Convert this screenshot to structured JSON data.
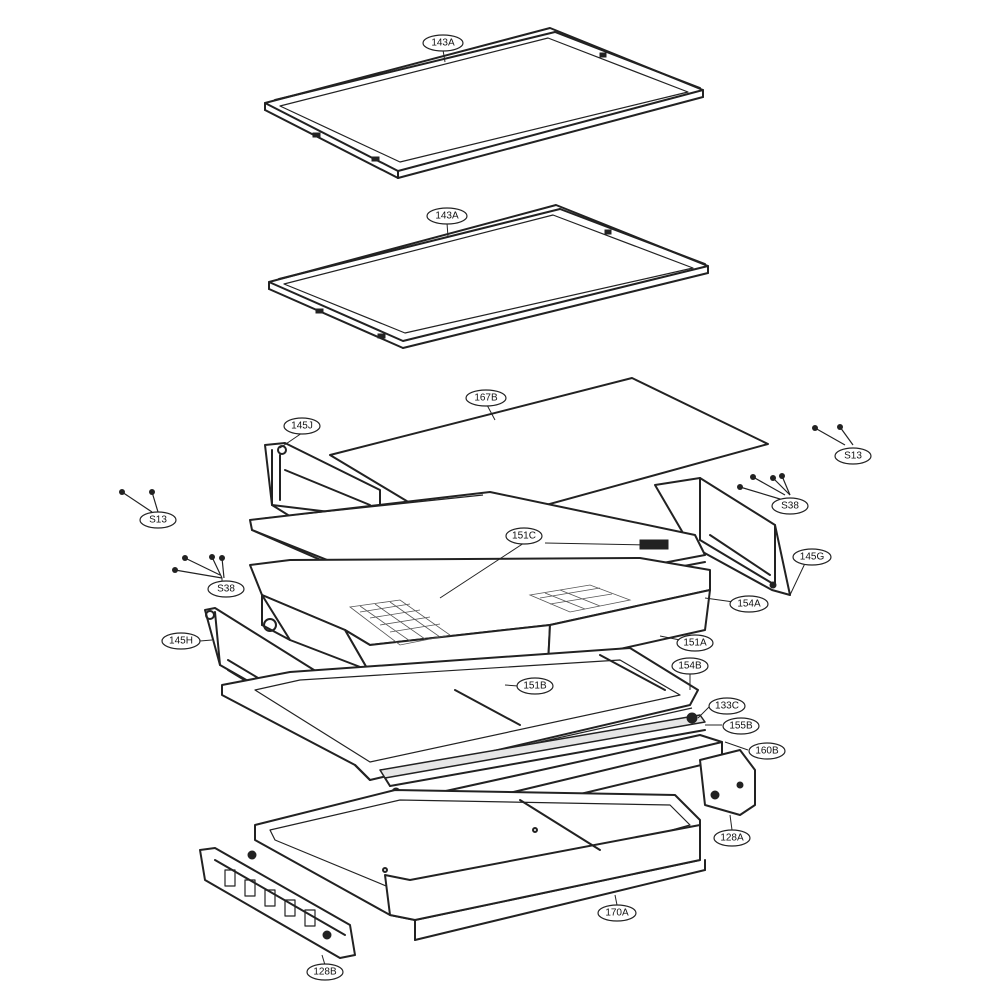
{
  "callouts": [
    {
      "id": "143A-top",
      "label": "143A"
    },
    {
      "id": "143A-mid",
      "label": "143A"
    },
    {
      "id": "167B",
      "label": "167B"
    },
    {
      "id": "145J",
      "label": "145J"
    },
    {
      "id": "S13-right",
      "label": "S13"
    },
    {
      "id": "S38-right",
      "label": "S38"
    },
    {
      "id": "S13-left",
      "label": "S13"
    },
    {
      "id": "151C",
      "label": "151C"
    },
    {
      "id": "145G",
      "label": "145G"
    },
    {
      "id": "S38-left",
      "label": "S38"
    },
    {
      "id": "154A",
      "label": "154A"
    },
    {
      "id": "145H",
      "label": "145H"
    },
    {
      "id": "151A",
      "label": "151A"
    },
    {
      "id": "154B",
      "label": "154B"
    },
    {
      "id": "151B",
      "label": "151B"
    },
    {
      "id": "133C",
      "label": "133C"
    },
    {
      "id": "155B",
      "label": "155B"
    },
    {
      "id": "160B",
      "label": "160B"
    },
    {
      "id": "128A",
      "label": "128A"
    },
    {
      "id": "170A",
      "label": "170A"
    },
    {
      "id": "128B",
      "label": "128B"
    }
  ]
}
